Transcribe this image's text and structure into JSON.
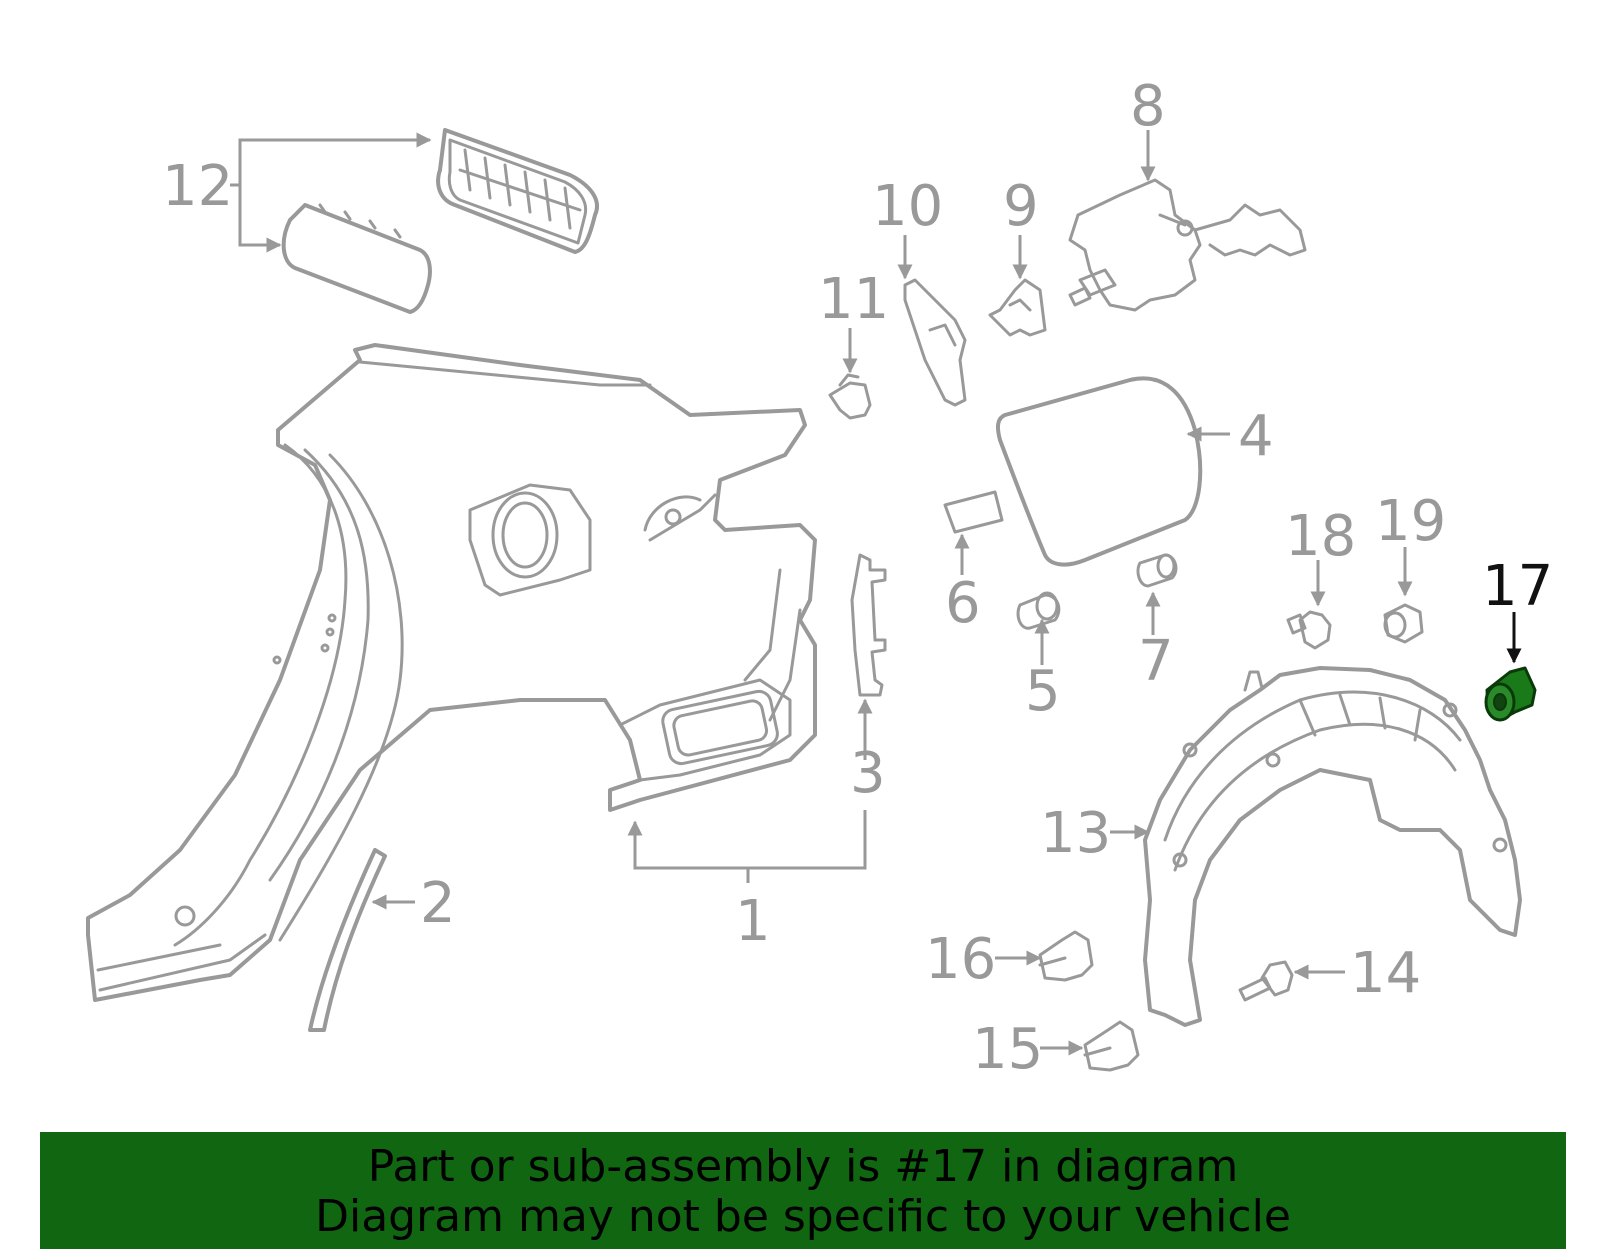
{
  "diagram": {
    "highlighted_part": "17",
    "colors": {
      "line": "#999999",
      "highlight_fill": "#1a7a1a",
      "highlight_text": "#111111",
      "banner_bg": "#116611"
    },
    "callouts": [
      {
        "id": "c1",
        "label": "1"
      },
      {
        "id": "c2",
        "label": "2"
      },
      {
        "id": "c3",
        "label": "3"
      },
      {
        "id": "c4",
        "label": "4"
      },
      {
        "id": "c5",
        "label": "5"
      },
      {
        "id": "c6",
        "label": "6"
      },
      {
        "id": "c7",
        "label": "7"
      },
      {
        "id": "c8",
        "label": "8"
      },
      {
        "id": "c9",
        "label": "9"
      },
      {
        "id": "c10",
        "label": "10"
      },
      {
        "id": "c11",
        "label": "11"
      },
      {
        "id": "c12",
        "label": "12"
      },
      {
        "id": "c13",
        "label": "13"
      },
      {
        "id": "c14",
        "label": "14"
      },
      {
        "id": "c15",
        "label": "15"
      },
      {
        "id": "c16",
        "label": "16"
      },
      {
        "id": "c17",
        "label": "17"
      },
      {
        "id": "c18",
        "label": "18"
      },
      {
        "id": "c19",
        "label": "19"
      }
    ]
  },
  "banner": {
    "line1": "Part or sub-assembly is #17 in diagram",
    "line2": "Diagram may not be specific to your vehicle"
  }
}
